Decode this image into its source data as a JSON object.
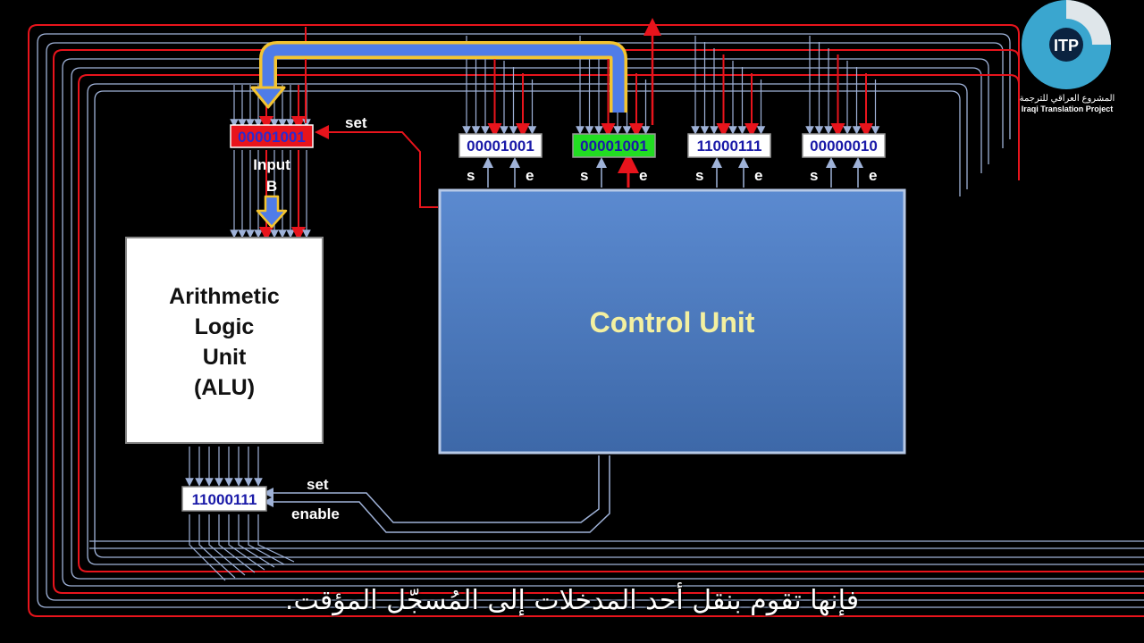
{
  "colors": {
    "background": "#000000",
    "wire_red": "#e8141c",
    "wire_gray": "#9fb2d8",
    "highlight_arrow": "#4f7ce8",
    "highlight_border": "#f4c430",
    "control_unit_fill": "#4f7dbd",
    "control_unit_text": "#f4f0a0",
    "register_text": "#1a1aa8",
    "register_green": "#22dd22",
    "register_red": "#e8141c"
  },
  "alu": {
    "line1": "Arithmetic",
    "line2": "Logic",
    "line3": "Unit",
    "line4": "(ALU)"
  },
  "control_unit": {
    "label": "Control Unit"
  },
  "input_b": {
    "value": "00001001",
    "label_line1": "Input",
    "label_line2": "B",
    "set_label": "set"
  },
  "temp_register": {
    "value": "11000111",
    "set_label": "set",
    "enable_label": "enable"
  },
  "registers": [
    {
      "value": "00001001",
      "s_label": "s",
      "e_label": "e",
      "state": "normal"
    },
    {
      "value": "00001001",
      "s_label": "s",
      "e_label": "e",
      "state": "enabled"
    },
    {
      "value": "11000111",
      "s_label": "s",
      "e_label": "e",
      "state": "normal"
    },
    {
      "value": "00000010",
      "s_label": "s",
      "e_label": "e",
      "state": "normal"
    }
  ],
  "logo": {
    "initials": "ITP",
    "arabic_name": "المشروع العراقي للترجمة",
    "english_name": "Iraqi Translation Project"
  },
  "subtitle": "فإنها تقوم بنقل أحد المدخلات إلى المُسجّل المؤقت."
}
